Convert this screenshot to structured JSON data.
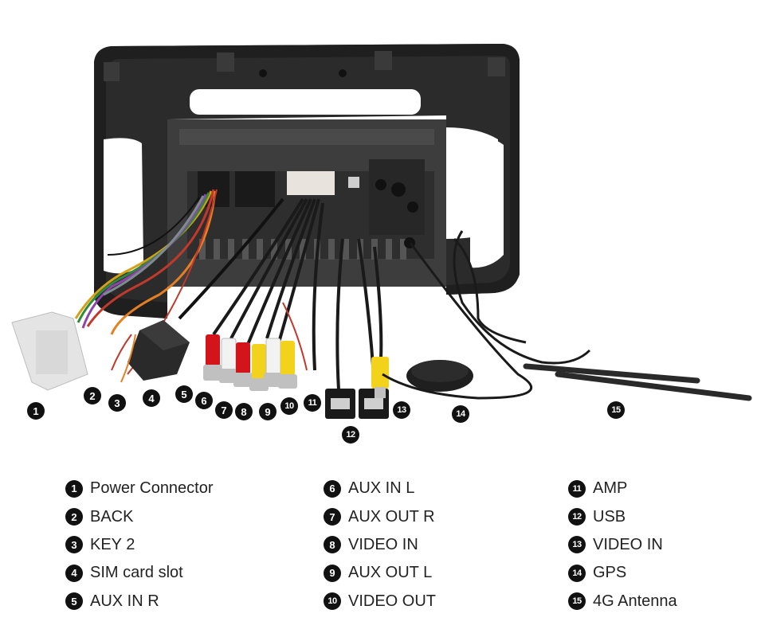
{
  "legend": {
    "items": [
      {
        "num": "1",
        "label": "Power Connector"
      },
      {
        "num": "2",
        "label": "BACK"
      },
      {
        "num": "3",
        "label": "KEY 2"
      },
      {
        "num": "4",
        "label": "SIM card slot"
      },
      {
        "num": "5",
        "label": "AUX IN R"
      },
      {
        "num": "6",
        "label": "AUX IN L"
      },
      {
        "num": "7",
        "label": "AUX OUT R"
      },
      {
        "num": "8",
        "label": "VIDEO IN"
      },
      {
        "num": "9",
        "label": "AUX OUT L"
      },
      {
        "num": "10",
        "label": "VIDEO OUT"
      },
      {
        "num": "11",
        "label": "AMP"
      },
      {
        "num": "12",
        "label": "USB"
      },
      {
        "num": "13",
        "label": "VIDEO IN"
      },
      {
        "num": "14",
        "label": "GPS"
      },
      {
        "num": "15",
        "label": "4G Antenna"
      }
    ]
  },
  "colors": {
    "frame": "#2b2b2b",
    "marker": "#111111",
    "rca_red": "#d3141b",
    "rca_white": "#f2f2f2",
    "rca_yellow": "#f2d21a",
    "connector_white": "#e4e4e4"
  }
}
